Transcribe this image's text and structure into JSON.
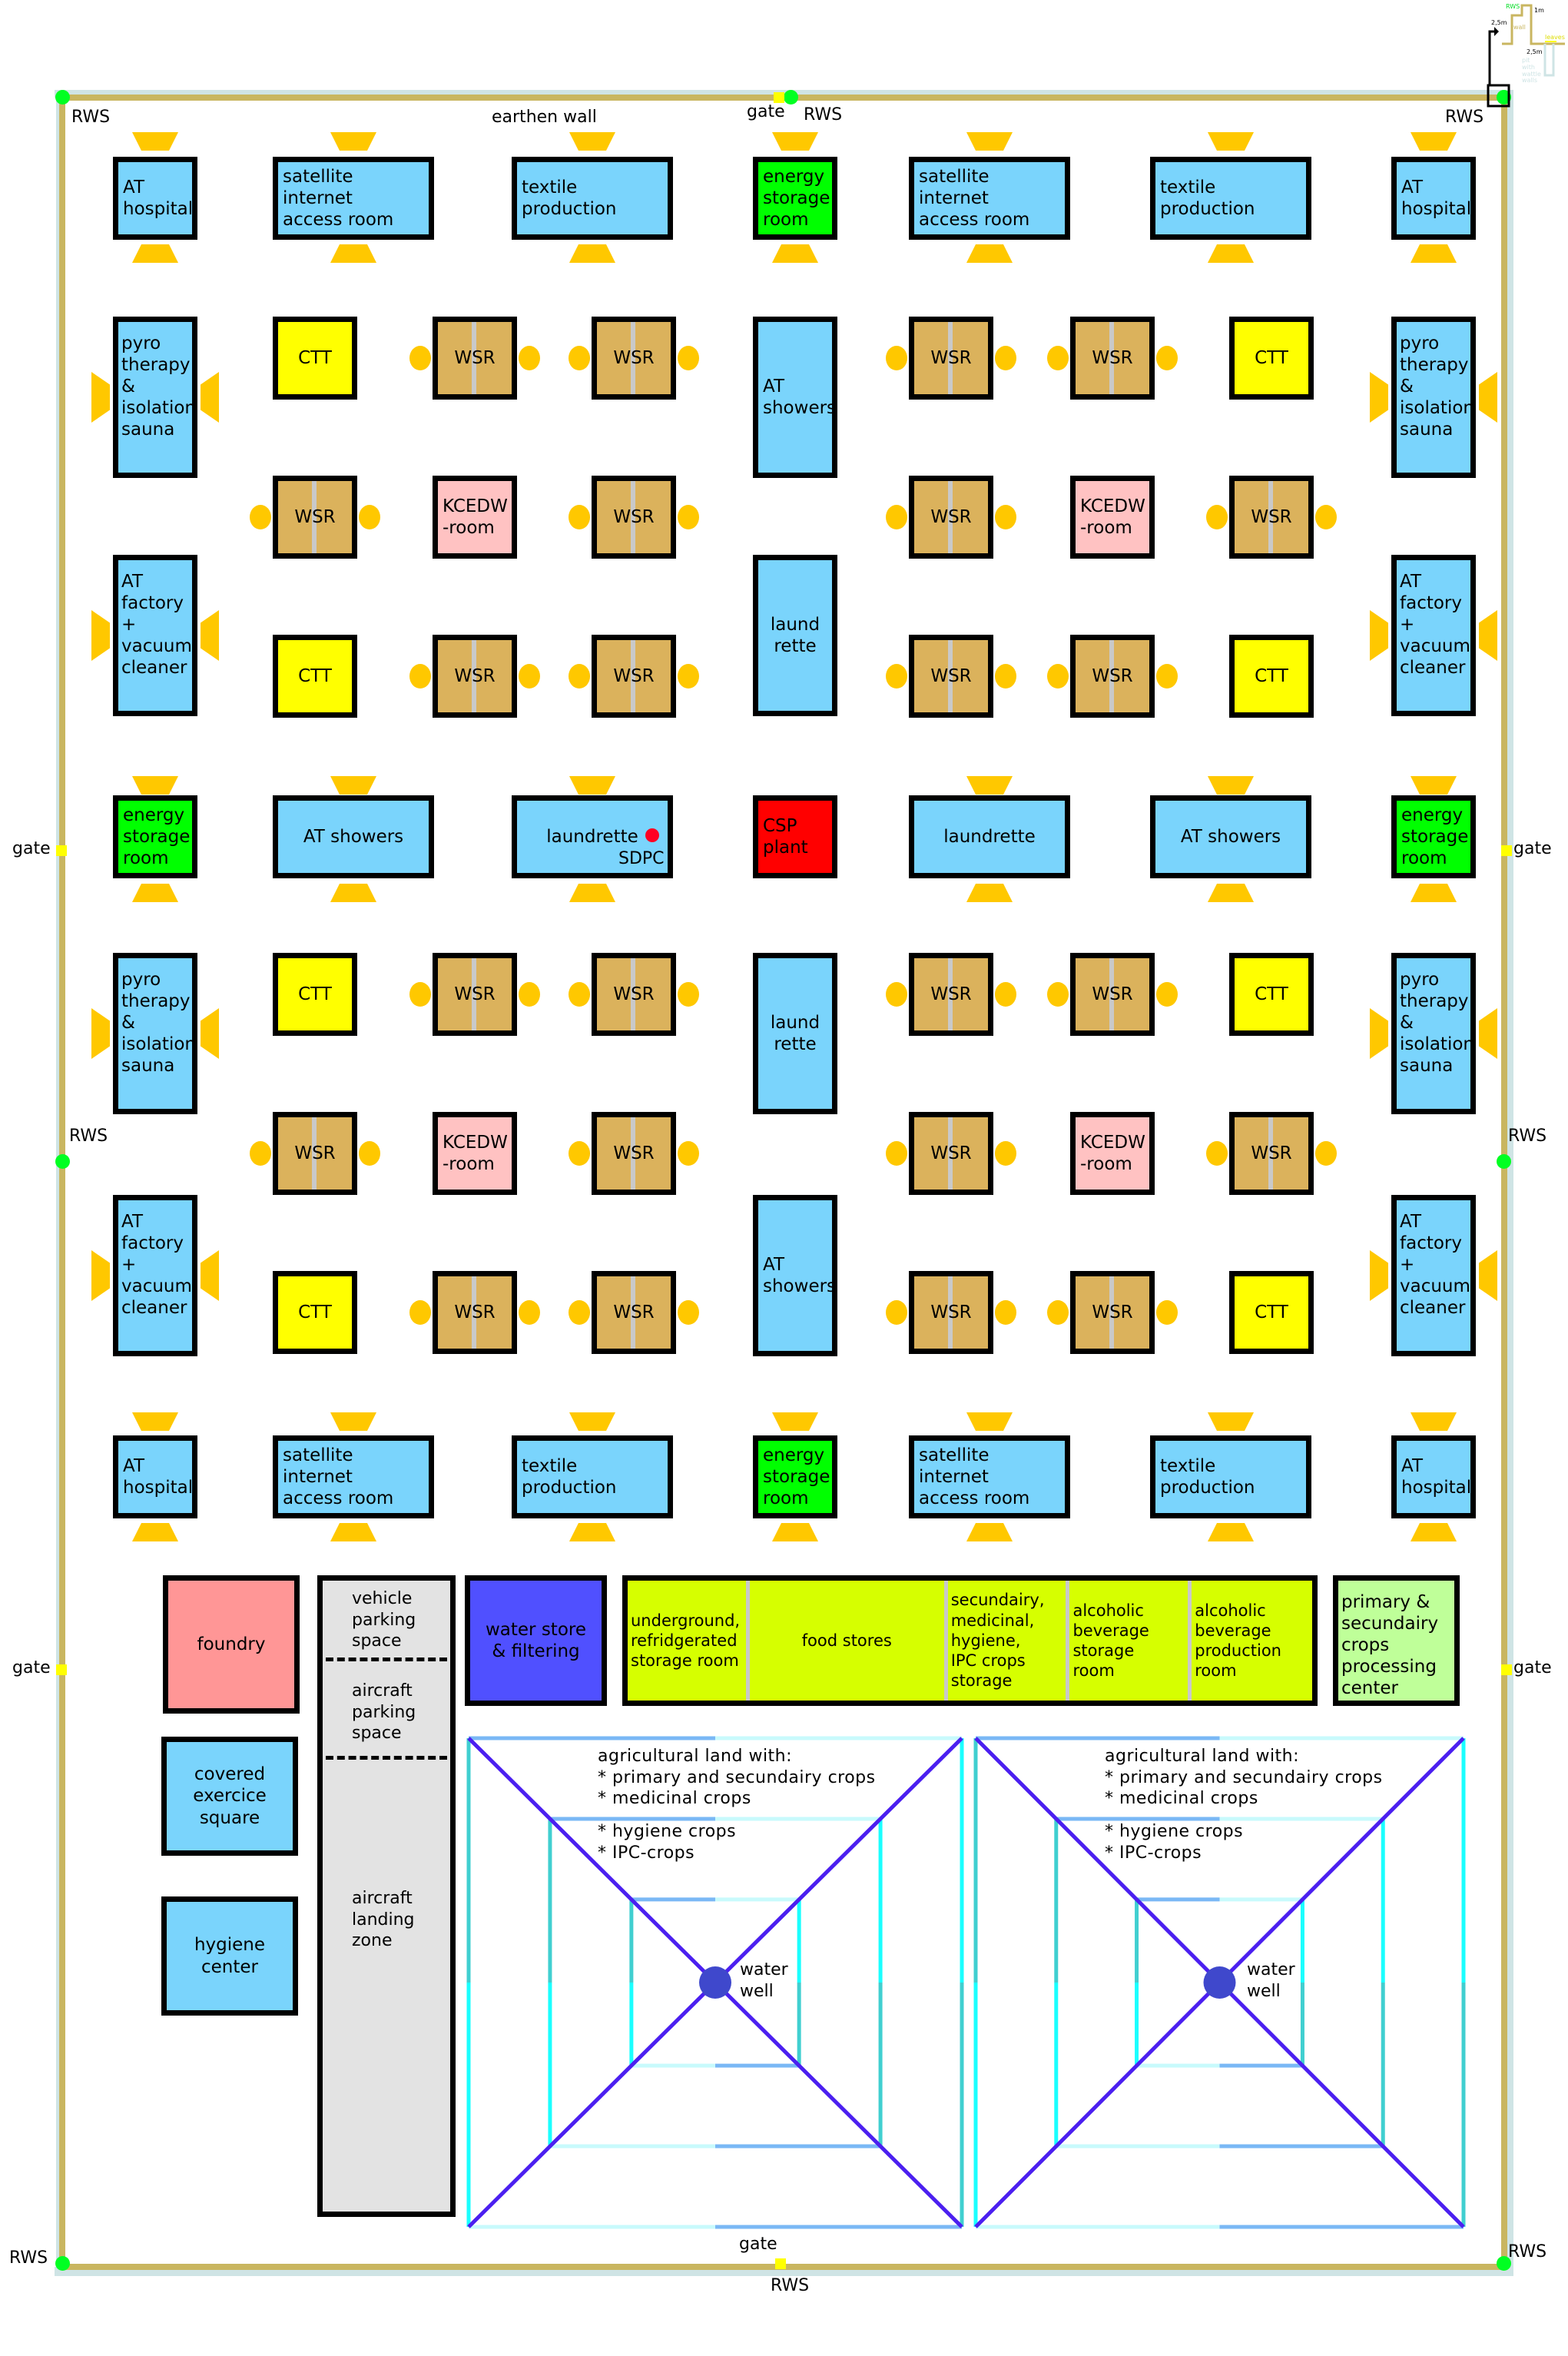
{
  "legend": {
    "rws": "RWS",
    "wall": "wall",
    "leaves": "leaves",
    "pit": "pit\nwith\nwattle\nwalls",
    "height_1": "2,5m",
    "height_2": "1m",
    "depth": "2,5m"
  },
  "perimeter": {
    "wall_label": "earthen wall",
    "gate_label": "gate",
    "rws_label": "RWS",
    "colors": {
      "wall": "#c9b660",
      "moat": "#cfe4e5",
      "rws": "#00ff22",
      "gate": "#ffff00"
    }
  },
  "rooms": {
    "at_hospital": "AT\nhospital",
    "satellite": "satellite internet\naccess room",
    "textile": "textile\nproduction",
    "energy": "energy\nstorage\nroom",
    "pyro": "pyro\ntherapy\n&\nisolation\nsauna",
    "factory": "AT\nfactory\n    +\nvacuum\ncleaner",
    "ctt": "CTT",
    "wsr": "WSR",
    "kcedw": "KCEDW\n-room",
    "at_showers_v": "AT\nshowers",
    "laundrette_v": "laund\nrette",
    "at_showers_h": "AT showers",
    "laundrette_h": "laundrette",
    "sdpc": "SDPC",
    "csp": "CSP\nplant"
  },
  "lower": {
    "foundry": "foundry",
    "vehicle_parking": "vehicle\nparking\nspace",
    "aircraft_parking": "aircraft\nparking\nspace",
    "aircraft_landing": "aircraft\nlanding\nzone",
    "water_store": "water store\n& filtering",
    "covered_exercise": "covered\nexercice\nsquare",
    "hygiene_center": "hygiene\ncenter",
    "storage": [
      "underground,\nrefridgerated\nstorage room",
      "food stores",
      "secundairy,\nmedicinal,\nhygiene,\nIPC crops\nstorage",
      "alcoholic\nbeverage\nstorage\nroom",
      "alcoholic\nbeverage\nproduction\nroom"
    ],
    "processing": "primary &\nsecundairy\ncrops\nprocessing\ncenter",
    "agri_text_1": "agricultural land with:\n* primary and secundairy crops\n* medicinal crops",
    "agri_text_2": "* hygiene crops\n* IPC-crops",
    "water_well": "water\nwell"
  }
}
